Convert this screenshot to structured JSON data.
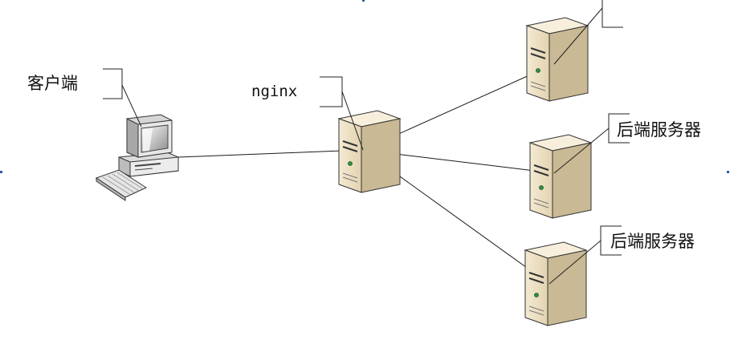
{
  "diagram": {
    "client": {
      "label": "客户端"
    },
    "proxy": {
      "label": "nginx"
    },
    "backends": [
      {
        "label": ""
      },
      {
        "label": "后端服务器"
      },
      {
        "label": "后端服务器"
      }
    ]
  },
  "colors": {
    "server_front": "#efe3c8",
    "server_side": "#c9b994",
    "server_top": "#f7efdc",
    "pc_body": "#e9e9e9",
    "pc_side": "#bdbdbd",
    "pc_screen": "#4a4a4a",
    "line": "#1a1a1a"
  }
}
